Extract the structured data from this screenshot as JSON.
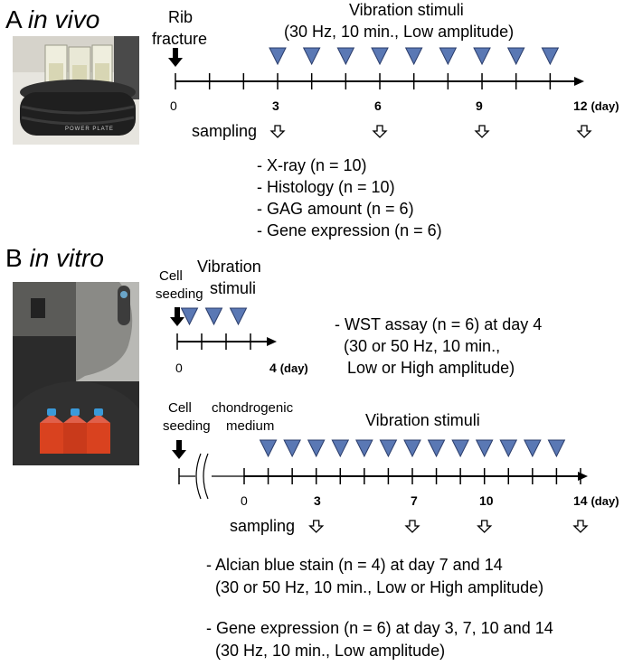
{
  "panel_a": {
    "letter": "A",
    "condition": "in vivo",
    "event_label_line1": "Rib",
    "event_label_line2": "fracture",
    "stimuli_title": "Vibration stimuli",
    "stimuli_params": "(30 Hz, 10 min., Low amplitude)",
    "photo_text": "POWER PLATE",
    "ticks": [
      "0",
      "3",
      "6",
      "9",
      "12"
    ],
    "day_unit": "(day)",
    "sampling_label": "sampling",
    "sampling_days": [
      3,
      6,
      9,
      12
    ],
    "stimulus_days": [
      3,
      4,
      5,
      6,
      7,
      8,
      9,
      10,
      11
    ],
    "analyses": [
      "- X-ray (n = 10)",
      "- Histology (n = 10)",
      "- GAG amount (n = 6)",
      "- Gene expression (n = 6)"
    ]
  },
  "panel_b": {
    "letter": "B",
    "condition": "in vitro",
    "wst": {
      "seed_line1": "Cell",
      "seed_line2": "seeding",
      "stim_line1": "Vibration",
      "stim_line2": "stimuli",
      "tick_start": "0",
      "tick_end": "4",
      "day_unit": "(day)",
      "stimulus_days": [
        1,
        2,
        3
      ],
      "desc_line1": "- WST assay (n = 6) at day 4",
      "desc_line2": "(30 or 50 Hz, 10 min.,",
      "desc_line3": "Low or High amplitude)"
    },
    "chondro": {
      "seed_line1": "Cell",
      "seed_line2": "seeding",
      "medium_line1": "chondrogenic",
      "medium_line2": "medium",
      "stimuli_title": "Vibration stimuli",
      "ticks": [
        "0",
        "3",
        "7",
        "10",
        "14"
      ],
      "day_unit": "(day)",
      "sampling_label": "sampling",
      "sampling_days": [
        3,
        7,
        10,
        14
      ],
      "stimulus_days": [
        1,
        2,
        3,
        4,
        5,
        6,
        7,
        8,
        9,
        10,
        11,
        12,
        13
      ],
      "desc1_line1": "- Alcian blue stain  (n = 4) at day 7 and 14",
      "desc1_line2": "(30 or 50 Hz, 10 min., Low or High amplitude)",
      "desc2_line1": "- Gene expression (n = 6) at day 3, 7, 10 and 14",
      "desc2_line2": "(30 Hz, 10 min., Low amplitude)"
    }
  },
  "colors": {
    "triangle_fill": "#5a78b4",
    "triangle_stroke": "#2b3d6b",
    "flask_red": "#d9421f",
    "flask_cap": "#3a9ad9"
  }
}
